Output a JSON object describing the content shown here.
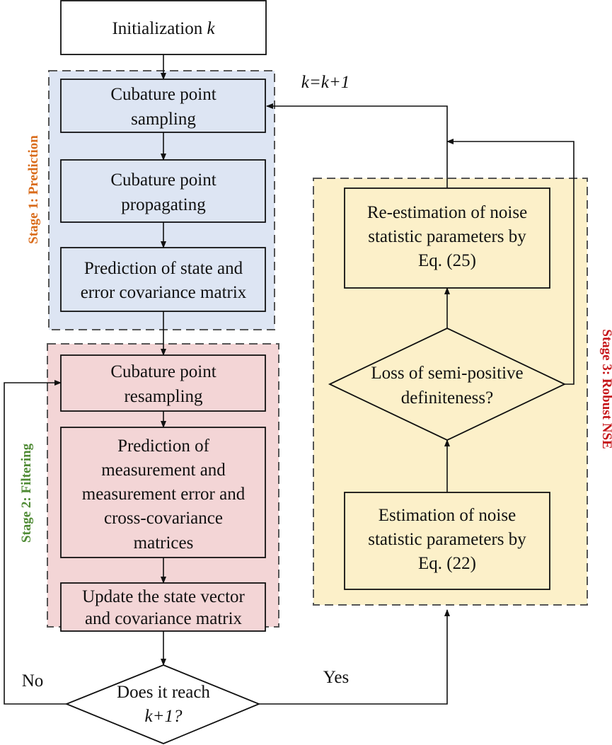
{
  "stages": {
    "prediction": {
      "label": "Stage 1: Prediction",
      "color": "#d96b1a",
      "fill": "#dde5f3"
    },
    "filtering": {
      "label": "Stage 2: Filtering",
      "color": "#4e8a34",
      "fill": "#f3d5d6"
    },
    "robust": {
      "label": "Stage 3: Robust NSE",
      "color": "#c6161a",
      "fill": "#fcf0c9"
    }
  },
  "nodes": {
    "init": {
      "line1": "Initialization ",
      "var": "k"
    },
    "sampling": {
      "line1": "Cubature point",
      "line2": "sampling"
    },
    "propagating": {
      "line1": "Cubature point",
      "line2": "propagating"
    },
    "prediction_state": {
      "line1": "Prediction of state and",
      "line2": "error covariance matrix"
    },
    "resampling": {
      "line1": "Cubature point",
      "line2": "resampling"
    },
    "prediction_meas": {
      "line1": "Prediction of",
      "line2": "measurement and",
      "line3": "measurement error and",
      "line4": "cross-covariance",
      "line5": "matrices"
    },
    "update": {
      "line1": "Update the state vector",
      "line2": "and covariance matrix"
    },
    "decision_k": {
      "line1": "Does it reach",
      "line2": "k+1?"
    },
    "re_estimation": {
      "line1": "Re-estimation of noise",
      "line2": "statistic parameters by",
      "line3": "Eq. (25)"
    },
    "decision_loss": {
      "line1": "Loss of semi-positive",
      "line2": "definiteness?"
    },
    "estimation": {
      "line1": "Estimation of noise",
      "line2": "statistic parameters by",
      "line3": "Eq. (22)"
    }
  },
  "edge_labels": {
    "no": "No",
    "yes": "Yes",
    "k_update": "k=k+1"
  },
  "colors": {
    "line": "#111111",
    "box_fill": "#ffffff",
    "dash": "#555555"
  }
}
